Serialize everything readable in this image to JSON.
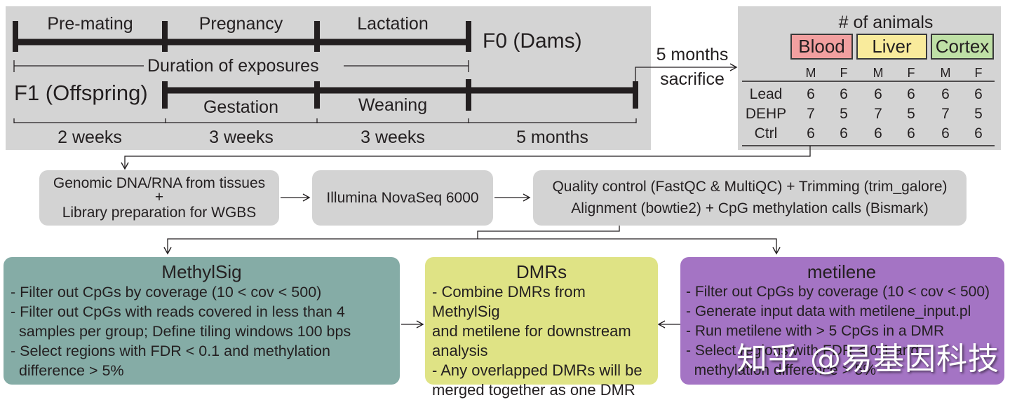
{
  "timeline": {
    "f0_phases": [
      "Pre-mating",
      "Pregnancy",
      "Lactation"
    ],
    "f0_label": "F0 (Dams)",
    "exposure_label": "Duration of exposures",
    "f1_label": "F1 (Offspring)",
    "f1_phases": [
      "Gestation",
      "Weaning"
    ],
    "durations": [
      "2 weeks",
      "3 weeks",
      "3 weeks",
      "5 months"
    ],
    "sacrifice_line1": "5 months",
    "sacrifice_line2": "sacrifice"
  },
  "animals_table": {
    "title": "# of animals",
    "tissues": [
      {
        "name": "Blood",
        "color": "#f2a0a0"
      },
      {
        "name": "Liver",
        "color": "#f9eb9c"
      },
      {
        "name": "Cortex",
        "color": "#bfe0a6"
      }
    ],
    "sex_headers": [
      "M",
      "F",
      "M",
      "F",
      "M",
      "F"
    ],
    "rows": [
      {
        "label": "Lead",
        "values": [
          "6",
          "6",
          "6",
          "6",
          "6",
          "6"
        ]
      },
      {
        "label": "DEHP",
        "values": [
          "7",
          "5",
          "7",
          "5",
          "7",
          "5"
        ]
      },
      {
        "label": "Ctrl",
        "values": [
          "6",
          "6",
          "6",
          "6",
          "6",
          "6"
        ]
      }
    ]
  },
  "pipeline": {
    "step1_line1": "Genomic DNA/RNA from tissues",
    "step1_plus": "+",
    "step1_line2": "Library preparation for WGBS",
    "step2": "Illumina NovaSeq 6000",
    "step3_line1": "Quality control (FastQC & MultiQC) + Trimming (trim_galore)",
    "step3_line2": "Alignment (bowtie2) + CpG methylation calls (Bismark)"
  },
  "methods": {
    "methylsig": {
      "title": "MethylSig",
      "color": "#85aca6",
      "items": [
        "- Filter out CpGs by coverage (10 < cov < 500)",
        "- Filter out CpGs with reads covered in less than 4",
        "  samples per group; Define tiling windows 100 bps",
        "- Select regions with FDR < 0.1 and methylation",
        "  difference > 5%"
      ]
    },
    "dmrs": {
      "title": "DMRs",
      "color": "#dfe385",
      "items": [
        "- Combine DMRs from MethylSig",
        "and metilene for downstream",
        "analysis",
        "- Any overlapped DMRs will be",
        "merged together as one DMR"
      ]
    },
    "metilene": {
      "title": "metilene",
      "color": "#a474c4",
      "items": [
        "- Filter out CpGs by coverage (10 < cov < 500)",
        "- Generate input data with metilene_input.pl",
        "- Run metilene with > 5 CpGs in a DMR",
        "- Select regions with FDR < 0.1 and",
        "  methylation difference > 5%"
      ]
    }
  },
  "watermark": "知乎 @易基因科技"
}
